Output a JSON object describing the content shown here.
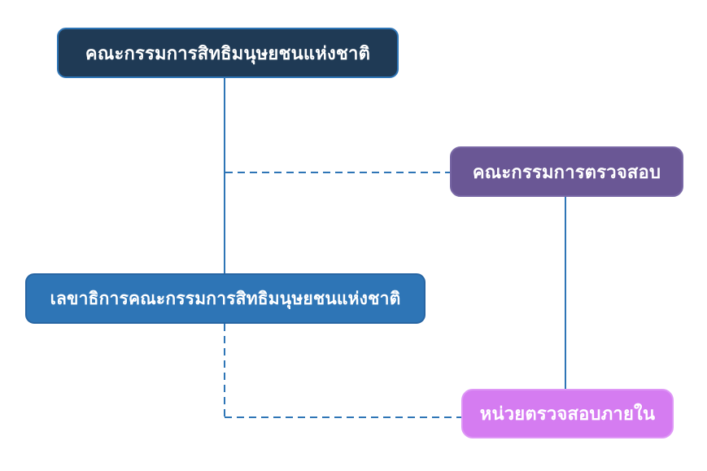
{
  "diagram": {
    "type": "org-chart",
    "background": "#FFFFFF",
    "edge_color": "#2E75B6",
    "nodes": [
      {
        "id": "nhrc",
        "label": "คณะกรรมการสิทธิมนุษยชนแห่งชาติ",
        "fill": "#1F3A55",
        "border": "#2E75B6",
        "text_color": "#FFFFFF"
      },
      {
        "id": "audit-committee",
        "label": "คณะกรรมการตรวจสอบ",
        "fill": "#6A5795",
        "border": "#7867A5",
        "text_color": "#FFFFFF"
      },
      {
        "id": "secretary-general",
        "label": "เลขาธิการคณะกรรมการสิทธิมนุษยชนแห่งชาติ",
        "fill": "#2E75B6",
        "border": "#2765A3",
        "text_color": "#FFFFFF"
      },
      {
        "id": "internal-audit-unit",
        "label": "หน่วยตรวจสอบภายใน",
        "fill": "#D57CF1",
        "border": "#DE97F6",
        "text_color": "#FFFFFF"
      }
    ],
    "edges": [
      {
        "from": "nhrc",
        "to": "secretary-general",
        "style": "solid",
        "color": "#2E75B6"
      },
      {
        "from": "nhrc",
        "to": "audit-committee",
        "style": "dashed",
        "color": "#2E75B6"
      },
      {
        "from": "audit-committee",
        "to": "internal-audit-unit",
        "style": "solid",
        "color": "#2E75B6"
      },
      {
        "from": "secretary-general",
        "to": "internal-audit-unit",
        "style": "dashed",
        "color": "#2E75B6"
      }
    ]
  }
}
